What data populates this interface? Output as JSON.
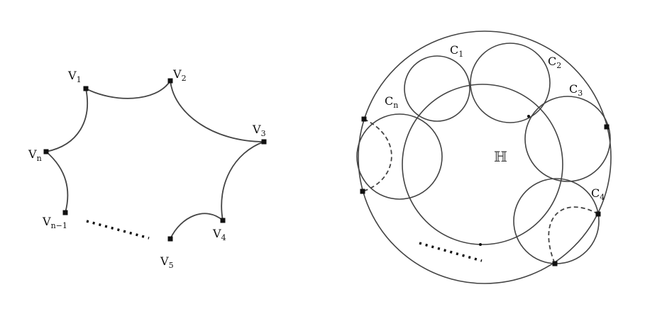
{
  "left_figure": {
    "vertices": [
      {
        "base": "V",
        "sub": "1"
      },
      {
        "base": "V",
        "sub": "2"
      },
      {
        "base": "V",
        "sub": "3"
      },
      {
        "base": "V",
        "sub": "4"
      },
      {
        "base": "V",
        "sub": "5"
      },
      {
        "base": "V",
        "sub": "n"
      },
      {
        "base": "V",
        "sub": "n−1"
      }
    ]
  },
  "right_figure": {
    "circles": [
      {
        "base": "C",
        "sub": "1"
      },
      {
        "base": "C",
        "sub": "2"
      },
      {
        "base": "C",
        "sub": "3"
      },
      {
        "base": "C",
        "sub": "4"
      },
      {
        "base": "C",
        "sub": "n"
      }
    ],
    "center_label": "ℍ"
  }
}
